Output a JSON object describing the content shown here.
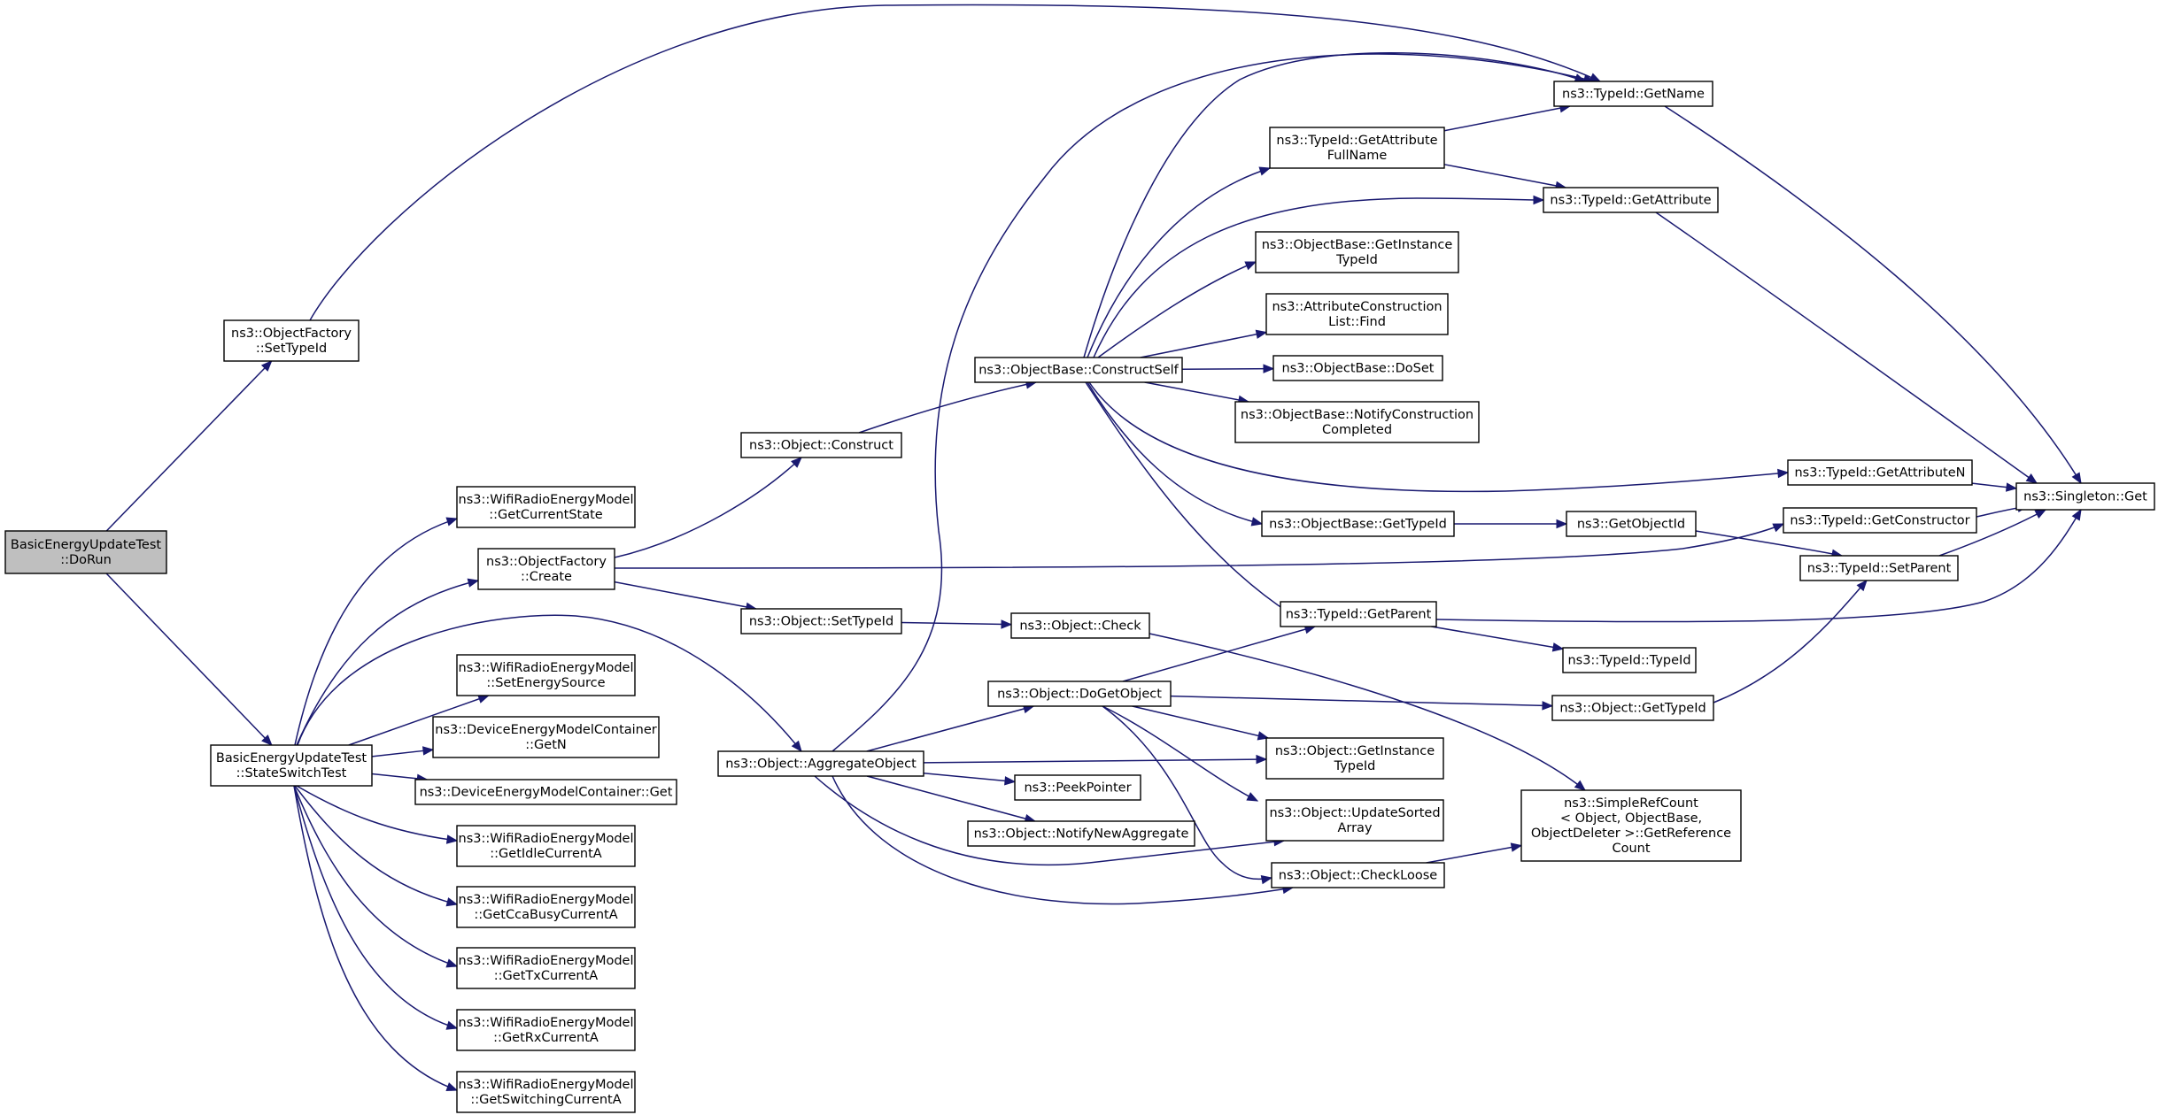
{
  "nodes": [
    {
      "id": "n_dorun",
      "lines": [
        "BasicEnergyUpdateTest",
        "::DoRun"
      ],
      "root": true
    },
    {
      "id": "n_settypeid_factory",
      "lines": [
        "ns3::ObjectFactory",
        "::SetTypeId"
      ]
    },
    {
      "id": "n_stateswitch",
      "lines": [
        "BasicEnergyUpdateTest",
        "::StateSwitchTest"
      ]
    },
    {
      "id": "n_getname",
      "lines": [
        "ns3::TypeId::GetName"
      ]
    },
    {
      "id": "n_singleton",
      "lines": [
        "ns3::Singleton::Get"
      ]
    },
    {
      "id": "n_getcurrentstate",
      "lines": [
        "ns3::WifiRadioEnergyModel",
        "::GetCurrentState"
      ]
    },
    {
      "id": "n_create",
      "lines": [
        "ns3::ObjectFactory",
        "::Create"
      ]
    },
    {
      "id": "n_aggregate",
      "lines": [
        "ns3::Object::AggregateObject"
      ]
    },
    {
      "id": "n_setenergysource",
      "lines": [
        "ns3::WifiRadioEnergyModel",
        "::SetEnergySource"
      ]
    },
    {
      "id": "n_getn",
      "lines": [
        "ns3::DeviceEnergyModelContainer",
        "::GetN"
      ]
    },
    {
      "id": "n_dcget",
      "lines": [
        "ns3::DeviceEnergyModelContainer::Get"
      ]
    },
    {
      "id": "n_getidle",
      "lines": [
        "ns3::WifiRadioEnergyModel",
        "::GetIdleCurrentA"
      ]
    },
    {
      "id": "n_getccabusy",
      "lines": [
        "ns3::WifiRadioEnergyModel",
        "::GetCcaBusyCurrentA"
      ]
    },
    {
      "id": "n_gettx",
      "lines": [
        "ns3::WifiRadioEnergyModel",
        "::GetTxCurrentA"
      ]
    },
    {
      "id": "n_getrx",
      "lines": [
        "ns3::WifiRadioEnergyModel",
        "::GetRxCurrentA"
      ]
    },
    {
      "id": "n_getswitching",
      "lines": [
        "ns3::WifiRadioEnergyModel",
        "::GetSwitchingCurrentA"
      ]
    },
    {
      "id": "n_getconstructor",
      "lines": [
        "ns3::TypeId::GetConstructor"
      ]
    },
    {
      "id": "n_construct",
      "lines": [
        "ns3::Object::Construct"
      ]
    },
    {
      "id": "n_obj_settypeid",
      "lines": [
        "ns3::Object::SetTypeId"
      ]
    },
    {
      "id": "n_constructself",
      "lines": [
        "ns3::ObjectBase::ConstructSelf"
      ]
    },
    {
      "id": "n_getattrfullname",
      "lines": [
        "ns3::TypeId::GetAttribute",
        "FullName"
      ]
    },
    {
      "id": "n_getattribute",
      "lines": [
        "ns3::TypeId::GetAttribute"
      ]
    },
    {
      "id": "n_ob_getinstancetypeid",
      "lines": [
        "ns3::ObjectBase::GetInstance",
        "TypeId"
      ]
    },
    {
      "id": "n_attrfind",
      "lines": [
        "ns3::AttributeConstruction",
        "List::Find"
      ]
    },
    {
      "id": "n_doset",
      "lines": [
        "ns3::ObjectBase::DoSet"
      ]
    },
    {
      "id": "n_notifyconstruction",
      "lines": [
        "ns3::ObjectBase::NotifyConstruction",
        "Completed"
      ]
    },
    {
      "id": "n_getattributen",
      "lines": [
        "ns3::TypeId::GetAttributeN"
      ]
    },
    {
      "id": "n_ob_gettypeid",
      "lines": [
        "ns3::ObjectBase::GetTypeId"
      ]
    },
    {
      "id": "n_getobjectid",
      "lines": [
        "ns3::GetObjectId"
      ]
    },
    {
      "id": "n_setparent",
      "lines": [
        "ns3::TypeId::SetParent"
      ]
    },
    {
      "id": "n_getparent",
      "lines": [
        "ns3::TypeId::GetParent"
      ]
    },
    {
      "id": "n_typeid_typeid",
      "lines": [
        "ns3::TypeId::TypeId"
      ]
    },
    {
      "id": "n_check",
      "lines": [
        "ns3::Object::Check"
      ]
    },
    {
      "id": "n_dogetobject",
      "lines": [
        "ns3::Object::DoGetObject"
      ]
    },
    {
      "id": "n_obj_gettypeid",
      "lines": [
        "ns3::Object::GetTypeId"
      ]
    },
    {
      "id": "n_obj_getinstancetypeid",
      "lines": [
        "ns3::Object::GetInstance",
        "TypeId"
      ]
    },
    {
      "id": "n_peekpointer",
      "lines": [
        "ns3::PeekPointer"
      ]
    },
    {
      "id": "n_notifynewagg",
      "lines": [
        "ns3::Object::NotifyNewAggregate"
      ]
    },
    {
      "id": "n_updatesorted",
      "lines": [
        "ns3::Object::UpdateSorted",
        "Array"
      ]
    },
    {
      "id": "n_checkloose",
      "lines": [
        "ns3::Object::CheckLoose"
      ]
    },
    {
      "id": "n_getrefcount",
      "lines": [
        "ns3::SimpleRefCount",
        "< Object, ObjectBase,",
        "ObjectDeleter >::GetReference",
        "Count"
      ]
    }
  ],
  "edges": [
    {
      "from": "n_dorun",
      "to": "n_settypeid_factory"
    },
    {
      "from": "n_dorun",
      "to": "n_stateswitch"
    },
    {
      "from": "n_settypeid_factory",
      "to": "n_getname"
    },
    {
      "from": "n_stateswitch",
      "to": "n_getcurrentstate"
    },
    {
      "from": "n_stateswitch",
      "to": "n_create"
    },
    {
      "from": "n_stateswitch",
      "to": "n_aggregate"
    },
    {
      "from": "n_stateswitch",
      "to": "n_setenergysource"
    },
    {
      "from": "n_stateswitch",
      "to": "n_getn"
    },
    {
      "from": "n_stateswitch",
      "to": "n_dcget"
    },
    {
      "from": "n_stateswitch",
      "to": "n_getidle"
    },
    {
      "from": "n_stateswitch",
      "to": "n_getccabusy"
    },
    {
      "from": "n_stateswitch",
      "to": "n_gettx"
    },
    {
      "from": "n_stateswitch",
      "to": "n_getrx"
    },
    {
      "from": "n_stateswitch",
      "to": "n_getswitching"
    },
    {
      "from": "n_create",
      "to": "n_construct"
    },
    {
      "from": "n_create",
      "to": "n_getconstructor"
    },
    {
      "from": "n_create",
      "to": "n_obj_settypeid"
    },
    {
      "from": "n_construct",
      "to": "n_constructself"
    },
    {
      "from": "n_constructself",
      "to": "n_getname"
    },
    {
      "from": "n_constructself",
      "to": "n_getattrfullname"
    },
    {
      "from": "n_constructself",
      "to": "n_getattribute"
    },
    {
      "from": "n_constructself",
      "to": "n_ob_getinstancetypeid"
    },
    {
      "from": "n_constructself",
      "to": "n_attrfind"
    },
    {
      "from": "n_constructself",
      "to": "n_doset"
    },
    {
      "from": "n_constructself",
      "to": "n_notifyconstruction"
    },
    {
      "from": "n_constructself",
      "to": "n_getattributen"
    },
    {
      "from": "n_constructself",
      "to": "n_ob_gettypeid"
    },
    {
      "from": "n_constructself",
      "to": "n_getparent"
    },
    {
      "from": "n_getattrfullname",
      "to": "n_getname"
    },
    {
      "from": "n_getattrfullname",
      "to": "n_getattribute"
    },
    {
      "from": "n_getname",
      "to": "n_singleton"
    },
    {
      "from": "n_getattribute",
      "to": "n_singleton"
    },
    {
      "from": "n_getattributen",
      "to": "n_singleton"
    },
    {
      "from": "n_getconstructor",
      "to": "n_singleton"
    },
    {
      "from": "n_setparent",
      "to": "n_singleton"
    },
    {
      "from": "n_getparent",
      "to": "n_singleton"
    },
    {
      "from": "n_ob_gettypeid",
      "to": "n_getobjectid"
    },
    {
      "from": "n_getobjectid",
      "to": "n_setparent"
    },
    {
      "from": "n_getparent",
      "to": "n_typeid_typeid"
    },
    {
      "from": "n_obj_settypeid",
      "to": "n_check"
    },
    {
      "from": "n_check",
      "to": "n_getrefcount"
    },
    {
      "from": "n_aggregate",
      "to": "n_getname"
    },
    {
      "from": "n_aggregate",
      "to": "n_dogetobject"
    },
    {
      "from": "n_aggregate",
      "to": "n_obj_getinstancetypeid"
    },
    {
      "from": "n_aggregate",
      "to": "n_peekpointer"
    },
    {
      "from": "n_aggregate",
      "to": "n_notifynewagg"
    },
    {
      "from": "n_aggregate",
      "to": "n_updatesorted"
    },
    {
      "from": "n_aggregate",
      "to": "n_checkloose"
    },
    {
      "from": "n_dogetobject",
      "to": "n_getparent"
    },
    {
      "from": "n_dogetobject",
      "to": "n_obj_gettypeid"
    },
    {
      "from": "n_dogetobject",
      "to": "n_obj_getinstancetypeid"
    },
    {
      "from": "n_dogetobject",
      "to": "n_updatesorted"
    },
    {
      "from": "n_dogetobject",
      "to": "n_checkloose"
    },
    {
      "from": "n_obj_gettypeid",
      "to": "n_setparent"
    },
    {
      "from": "n_checkloose",
      "to": "n_getrefcount"
    }
  ]
}
